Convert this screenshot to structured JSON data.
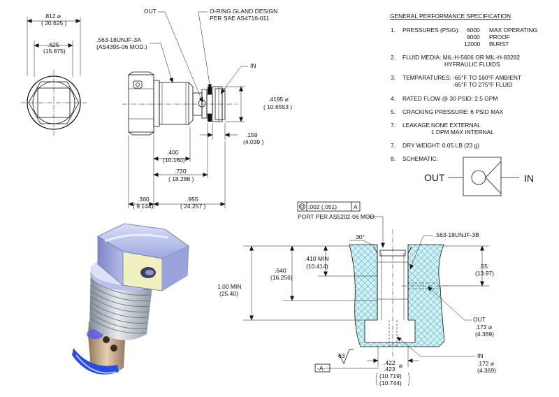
{
  "top_view": {
    "dim1": ".812  ⌀",
    "dim1_mm": "( 20.625 )",
    "dim2": ".625",
    "dim2_mm": "(15.875)"
  },
  "side_view": {
    "out": "OUT",
    "in": "IN",
    "oring1": "O-RING GLAND DESIGN",
    "oring2": "PER SAE AS4716-011",
    "thread1": ".563-18UNJF-3A",
    "thread2": "(AS4395-06 MOD.)",
    "d_dia": ".4195  ⌀",
    "d_dia_mm": "( 10.6553 )",
    "d159": ".159",
    "d159_mm": "(4.039 )",
    "d400": ".400",
    "d400_mm": "(10.160)",
    "d720": ".720",
    "d720_mm": "( 18.288 )",
    "d360": ".360",
    "d360_mm": "( 9.144)",
    "d955": ".955",
    "d955_mm": "( 24.257 )"
  },
  "spec": {
    "title": "GENERAL PERFORMANCE SPECIFICATION",
    "i1_num": "1.",
    "i1_label": "PRESSURES (PSIG):",
    "p1_val": "6000",
    "p1_desc": "MAX OPERATING",
    "p2_val": "9000",
    "p2_desc": "PROOF",
    "p3_val": "12000",
    "p3_desc": "BURST",
    "i2_num": "2.",
    "i2_text": "FLUID MEDIA:  MIL-H-5606 OR MIL-H-83282",
    "i2_text2": "HYFRAULIC FLUIDS",
    "i3_num": "3.",
    "i3_label": "TEMPARATURES:",
    "i3_text": "-65°F TO 160°F AMBIENT",
    "i3_text2": "-65°F TO 275°F FLUID",
    "i4_num": "4.",
    "i4_text": "RATED FLOW @ 30 PSID:  2.5 GPM",
    "i5_num": "5.",
    "i5_text": "CRACKING PRESSURE:  6 PSID MAX",
    "i6_num": "7.",
    "i6_label": "LEAKAGE:",
    "i6_text": "NONE EXTERNAL",
    "i6_text2": "1 DPM MAX INTERNAL",
    "i7_num": "7.",
    "i7_text": "DRY WEIGHT:  0.05 LB (23 g)",
    "i8_num": "8.",
    "i8_text": "SCHEMATIC:"
  },
  "schematic": {
    "out": "OUT",
    "in": "IN"
  },
  "port": {
    "fcf_tol": ".002 (.051)",
    "fcf_datum": "A",
    "title": "PORT PER AS5202-06 MOD.",
    "angle": "30°",
    "thread": ".563-18UNJF-3B",
    "d410": ".410 MIN",
    "d410_mm": "(10.414)",
    "d640": ".640",
    "d640_mm": "(16.256)",
    "d100": "1.00 MIN",
    "d100_mm": "(25.40)",
    "d55": ".55",
    "d55_mm": "(13.97)",
    "out": "OUT",
    "out_dia": ".172 ⌀",
    "out_dia_mm": "(4.369)",
    "in": "IN",
    "in_dia": ".172  ⌀",
    "in_dia_mm": "(4.369)",
    "finish": "63",
    "datum": "-A-",
    "bore1": ".422",
    "bore2": ".423",
    "bore_sym": "⌀",
    "bore1_mm": "(10.719)",
    "bore2_mm": "(10.744)"
  }
}
